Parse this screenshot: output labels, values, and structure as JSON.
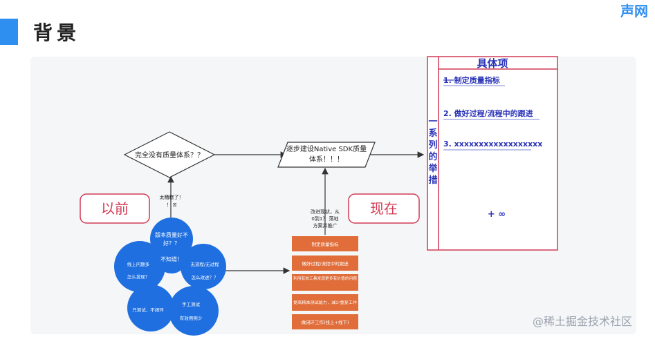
{
  "page": {
    "title": "背景",
    "brand": "声网",
    "watermark": "@稀土掘金技术社区"
  },
  "diagram": {
    "left_decision": "完全没有质量体系？？",
    "right_parallelogram": [
      "逐步建设Native SDK质量",
      "体系！！！"
    ],
    "label_before": "以前",
    "label_now": "现在",
    "small_note_left": [
      "太糟糕了！",
      "！ 🗵"
    ],
    "small_note_right": [
      "改进现状，从",
      "0到1？ 落地",
      "方案并推广"
    ],
    "circles": [
      {
        "lines": [
          "版本质量好不",
          "好？？"
        ]
      },
      {
        "lines": [
          "线上问题多",
          "",
          "怎么发现？"
        ]
      },
      {
        "lines": [
          "无流程/无过程",
          "",
          "怎么改进？？"
        ]
      },
      {
        "lines": [
          "不知道！"
        ]
      },
      {
        "lines": [
          "只测试，不闭环"
        ]
      },
      {
        "lines": [
          "手工测试",
          "",
          "有效用例少"
        ]
      }
    ],
    "boxes": [
      "制定质量指标",
      "做好过程/流程中的跟进",
      "利用有效工具发现更多有价值的问题",
      "提高精准测试能力，减少重复工作",
      "做闭环工作(线上+线下)"
    ],
    "vertical_label": [
      "一",
      "系",
      "列",
      "的",
      "举",
      "措"
    ],
    "panel_title": "具体项",
    "items": [
      "1.  制定质量指标",
      "2.  做好过程/流程中的跟进",
      "3.  xxxxxxxxxxxxxxxxxx"
    ],
    "infinity_label": "+ ∞"
  },
  "colors": {
    "accent": "#2f8ff1",
    "red": "#d23a55",
    "circle": "#1f6fe0",
    "box": "#e06d3a",
    "item_text": "#2a33b8"
  }
}
